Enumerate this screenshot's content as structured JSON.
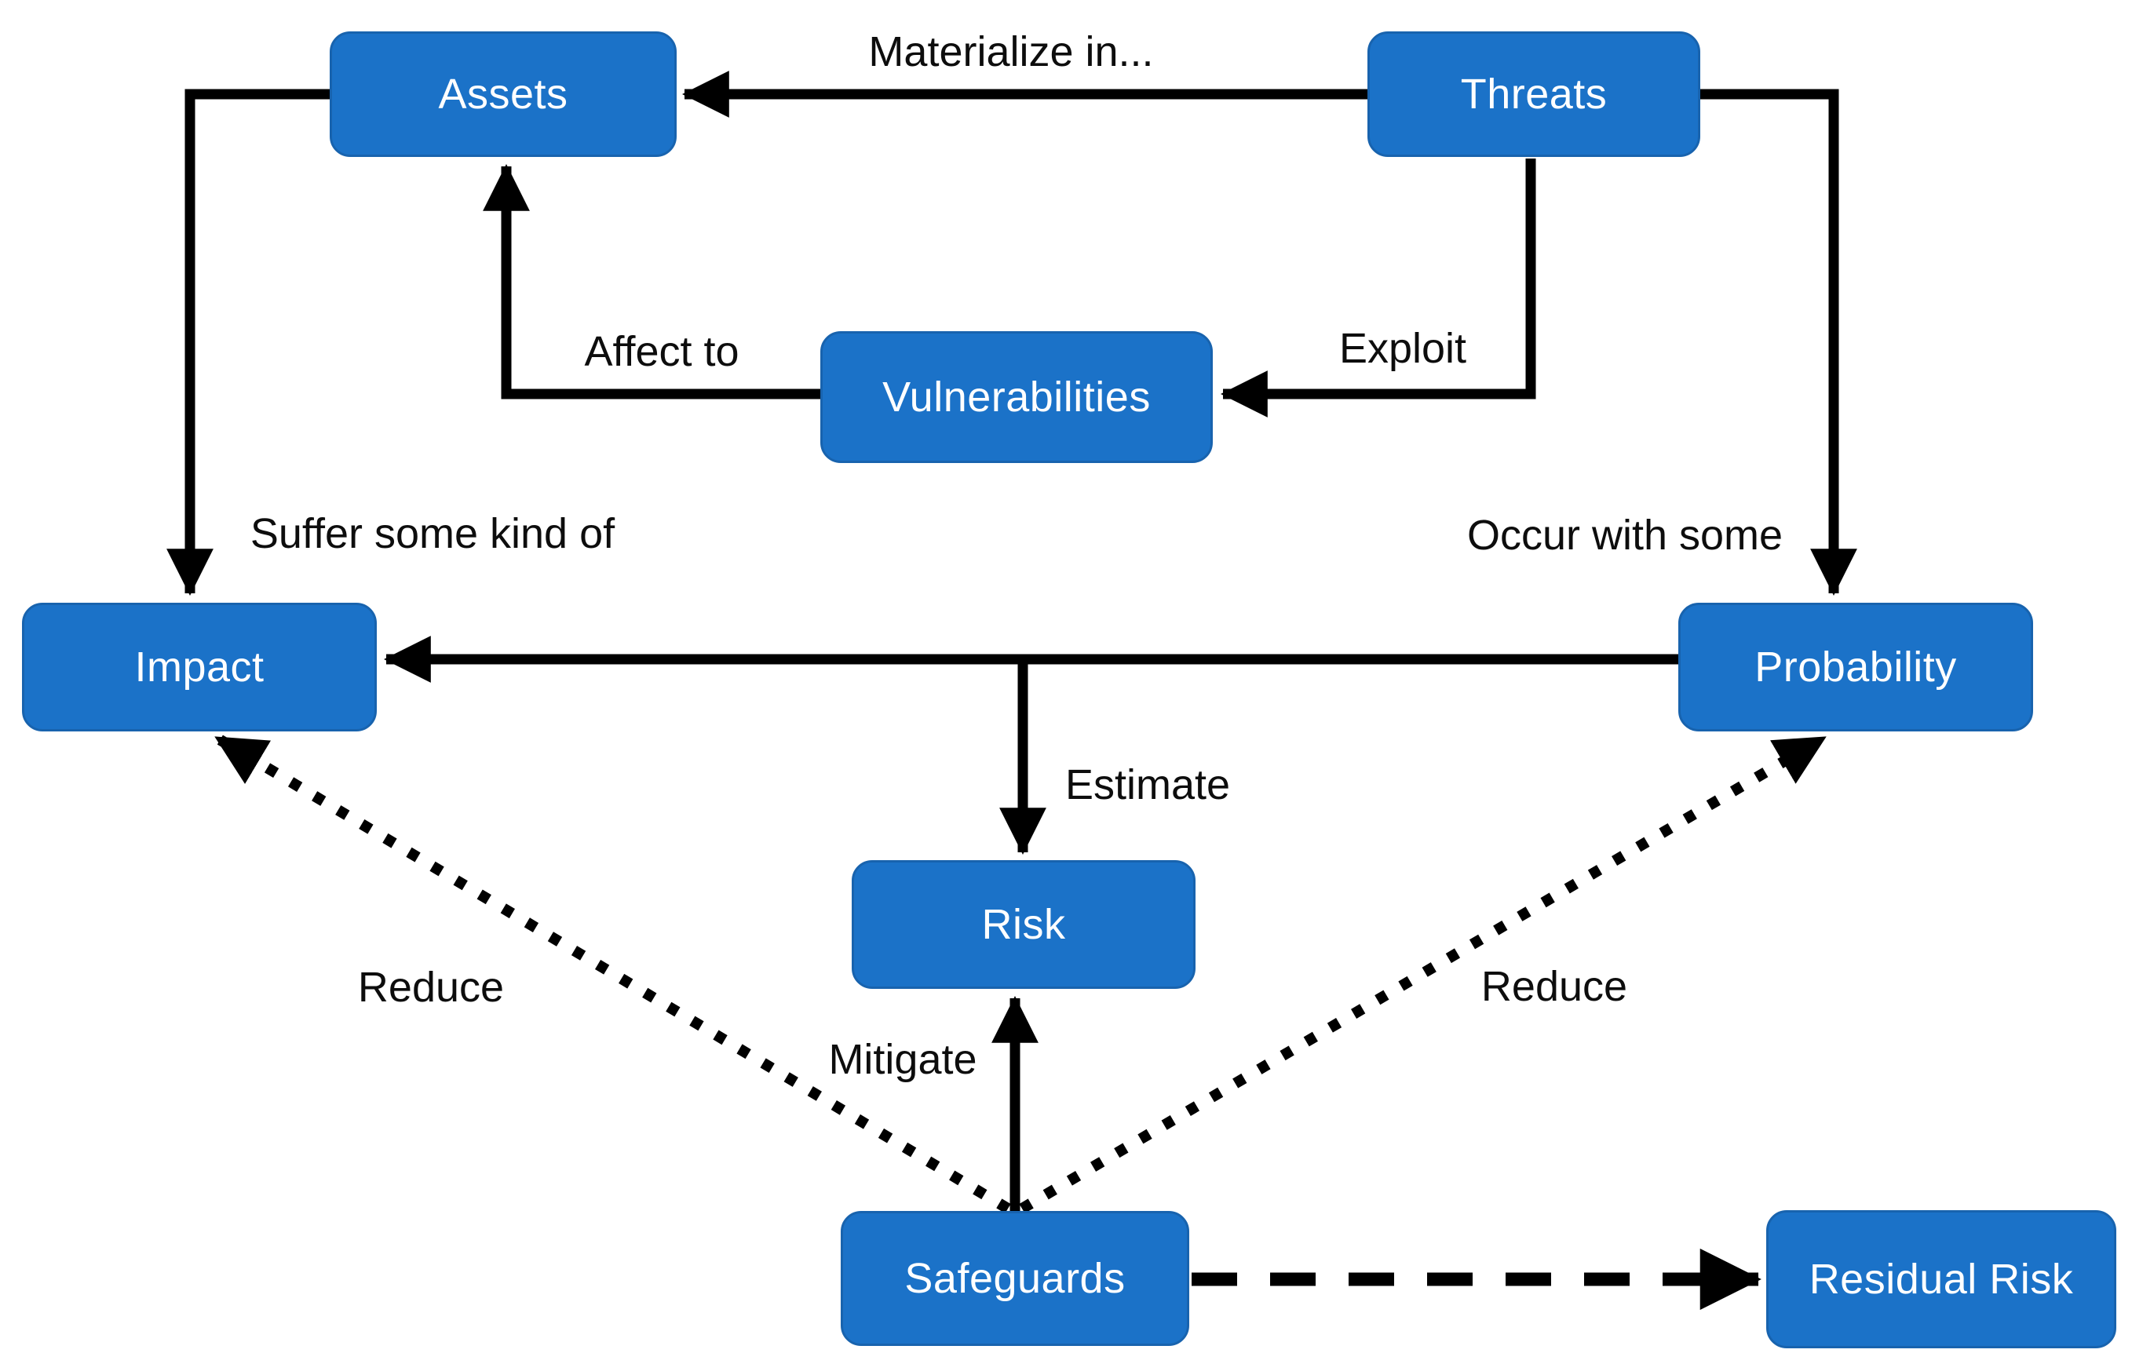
{
  "colors": {
    "box_fill": "#1B72C8",
    "box_border": "#1863AE",
    "box_text": "#FFFFFF",
    "line": "#000000",
    "label_text": "#0D0D0D",
    "background": "#FFFFFF"
  },
  "nodes": {
    "assets": {
      "label": "Assets"
    },
    "threats": {
      "label": "Threats"
    },
    "vulnerabilities": {
      "label": "Vulnerabilities"
    },
    "impact": {
      "label": "Impact"
    },
    "probability": {
      "label": "Probability"
    },
    "risk": {
      "label": "Risk"
    },
    "safeguards": {
      "label": "Safeguards"
    },
    "residual_risk": {
      "label": "Residual Risk"
    }
  },
  "labels": {
    "materialize": "Materialize in...",
    "affect_to": "Affect to",
    "exploit": "Exploit",
    "suffer": "Suffer some kind of",
    "occur": "Occur with some",
    "estimate": "Estimate",
    "mitigate": "Mitigate",
    "reduce_left": "Reduce",
    "reduce_right": "Reduce"
  },
  "edges": [
    {
      "from": "threats",
      "to": "assets",
      "style": "solid",
      "label": "Materialize in..."
    },
    {
      "from": "threats",
      "to": "vulnerabilities",
      "style": "solid",
      "label": "Exploit"
    },
    {
      "from": "vulnerabilities",
      "to": "assets",
      "style": "solid",
      "label": "Affect to"
    },
    {
      "from": "assets",
      "to": "impact",
      "style": "solid",
      "label": "Suffer some kind of"
    },
    {
      "from": "threats",
      "to": "probability",
      "style": "solid",
      "label": "Occur with some"
    },
    {
      "from": "probability",
      "to": "impact",
      "style": "solid",
      "label": ""
    },
    {
      "from": "probability-impact-line",
      "to": "risk",
      "style": "solid",
      "label": "Estimate"
    },
    {
      "from": "safeguards",
      "to": "risk",
      "style": "solid",
      "label": "Mitigate"
    },
    {
      "from": "safeguards",
      "to": "impact",
      "style": "dotted",
      "label": "Reduce"
    },
    {
      "from": "safeguards",
      "to": "probability",
      "style": "dotted",
      "label": "Reduce"
    },
    {
      "from": "safeguards",
      "to": "residual_risk",
      "style": "dashed",
      "label": ""
    }
  ]
}
